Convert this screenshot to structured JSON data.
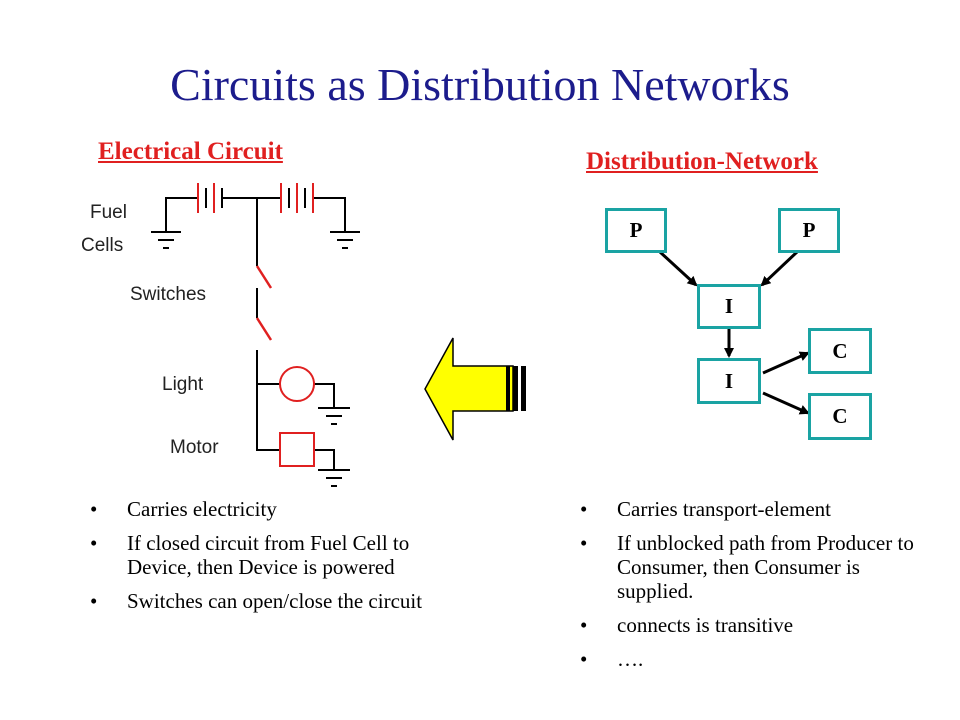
{
  "title": "Circuits as Distribution Networks",
  "left": {
    "heading": "Electrical Circuit",
    "labels": {
      "fuel_line1": "Fuel",
      "fuel_line2": "Cells",
      "switches": "Switches",
      "light": "Light",
      "motor": "Motor"
    },
    "bullets": [
      "Carries electricity",
      "If closed circuit from Fuel Cell to Device, then Device is powered",
      "Switches can open/close the circuit"
    ]
  },
  "right": {
    "heading": "Distribution-Network",
    "nodes": {
      "p1": "P",
      "p2": "P",
      "i1": "I",
      "i2": "I",
      "c1": "C",
      "c2": "C"
    },
    "bullets": [
      "Carries transport-element",
      "If unblocked path from Producer to Consumer, then Consumer is supplied.",
      "connects is transitive",
      "…."
    ]
  },
  "colors": {
    "title": "#1c1c8c",
    "heading": "#e02020",
    "circuit_element": "#e02020",
    "node_border": "#1aa3a3",
    "arrow_fill": "#ffff00"
  },
  "icons": {
    "analogy_arrow": "left-arrow-icon",
    "battery": "battery-icon",
    "ground": "ground-icon",
    "switch": "switch-icon",
    "lamp": "lamp-icon",
    "motor": "motor-icon"
  }
}
